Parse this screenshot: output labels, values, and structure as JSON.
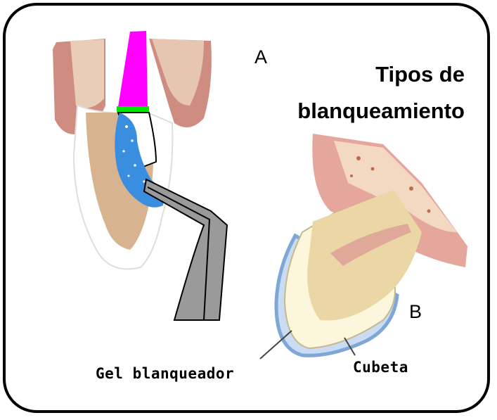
{
  "title": {
    "line1": "Tipos de",
    "line2": "blanqueamiento"
  },
  "panels": {
    "a_label": "A",
    "b_label": "B"
  },
  "callouts": {
    "gel": "Gel blanqueador",
    "tray": "Cubeta"
  }
}
